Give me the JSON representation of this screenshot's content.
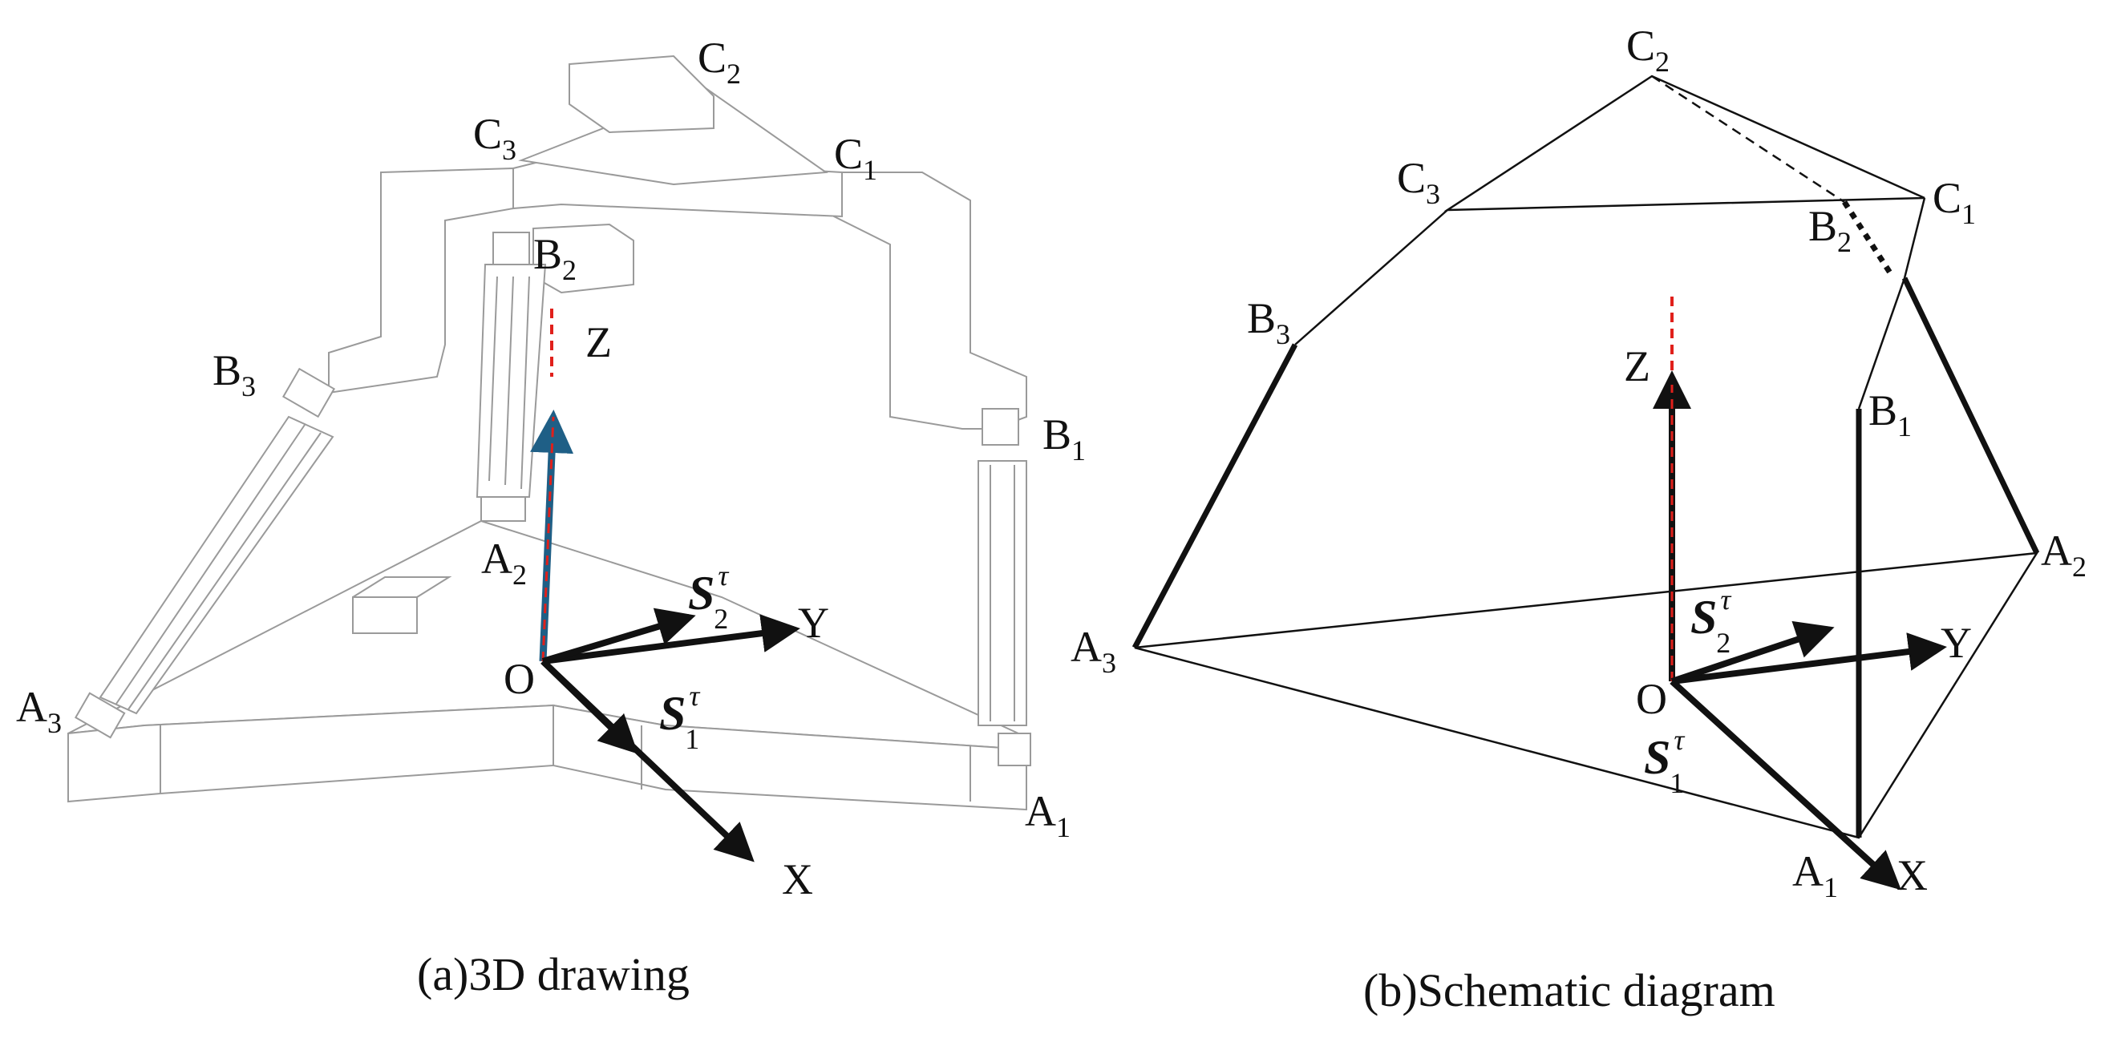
{
  "figure": {
    "panel_a": {
      "caption": "(a)3D drawing",
      "points": {
        "c2": {
          "base": "C",
          "sub": "2"
        },
        "c3": {
          "base": "C",
          "sub": "3"
        },
        "c1": {
          "base": "C",
          "sub": "1"
        },
        "b2": {
          "base": "B",
          "sub": "2"
        },
        "b3": {
          "base": "B",
          "sub": "3"
        },
        "b1": {
          "base": "B",
          "sub": "1"
        },
        "a2": {
          "base": "A",
          "sub": "2"
        },
        "a3": {
          "base": "A",
          "sub": "3"
        },
        "a1": {
          "base": "A",
          "sub": "1"
        },
        "o": {
          "base": "O"
        }
      },
      "axes": {
        "x": "X",
        "y": "Y",
        "z": "Z"
      },
      "screws": {
        "s1": {
          "base": "S",
          "sub": "1",
          "sup": "τ"
        },
        "s2": {
          "base": "S",
          "sub": "2",
          "sup": "τ"
        }
      }
    },
    "panel_b": {
      "caption": "(b)Schematic diagram",
      "points": {
        "c2": {
          "base": "C",
          "sub": "2"
        },
        "c3": {
          "base": "C",
          "sub": "3"
        },
        "c1": {
          "base": "C",
          "sub": "1"
        },
        "b2": {
          "base": "B",
          "sub": "2"
        },
        "b3": {
          "base": "B",
          "sub": "3"
        },
        "b1": {
          "base": "B",
          "sub": "1"
        },
        "a2": {
          "base": "A",
          "sub": "2"
        },
        "a3": {
          "base": "A",
          "sub": "3"
        },
        "a1": {
          "base": "A",
          "sub": "1"
        },
        "o": {
          "base": "O"
        }
      },
      "axes": {
        "x": "X",
        "y": "Y",
        "z": "Z"
      },
      "screws": {
        "s1": {
          "base": "S",
          "sub": "1",
          "sup": "τ"
        },
        "s2": {
          "base": "S",
          "sub": "2",
          "sup": "τ"
        }
      }
    },
    "colors": {
      "line": "#111111",
      "mechanism": "#9a9a9a",
      "z_axis_dashed": "#e0201b",
      "z_arrow_3d": "#1f5f86"
    }
  }
}
